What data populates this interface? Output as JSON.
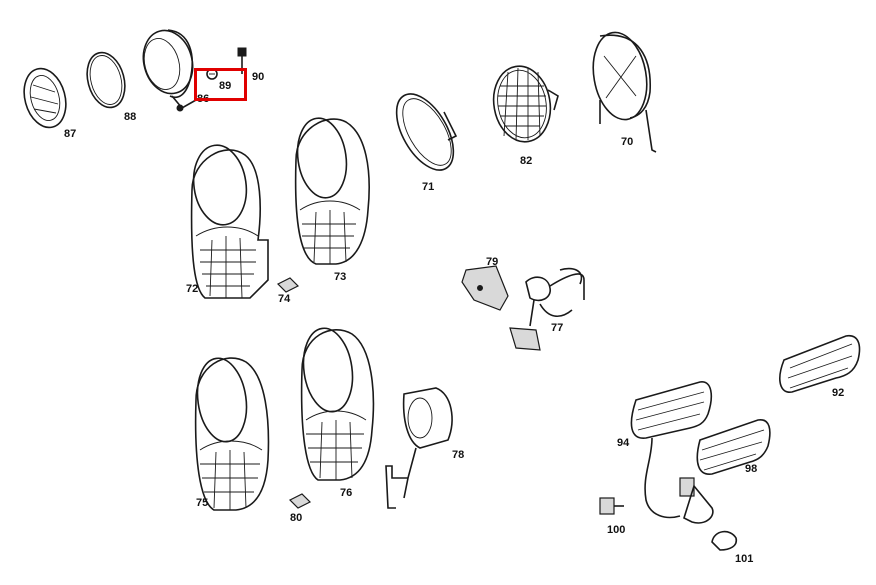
{
  "highlight": {
    "label": "89",
    "color": "#e00000"
  },
  "parts": [
    {
      "key": "p87",
      "label": "87"
    },
    {
      "key": "p88",
      "label": "88"
    },
    {
      "key": "p86",
      "label": "86"
    },
    {
      "key": "p89",
      "label": "89"
    },
    {
      "key": "p90",
      "label": "90"
    },
    {
      "key": "p71",
      "label": "71"
    },
    {
      "key": "p82",
      "label": "82"
    },
    {
      "key": "p70",
      "label": "70"
    },
    {
      "key": "p72",
      "label": "72"
    },
    {
      "key": "p74",
      "label": "74"
    },
    {
      "key": "p73",
      "label": "73"
    },
    {
      "key": "p79",
      "label": "79"
    },
    {
      "key": "p77",
      "label": "77"
    },
    {
      "key": "p75",
      "label": "75"
    },
    {
      "key": "p80",
      "label": "80"
    },
    {
      "key": "p76",
      "label": "76"
    },
    {
      "key": "p78",
      "label": "78"
    },
    {
      "key": "p92",
      "label": "92"
    },
    {
      "key": "p94",
      "label": "94"
    },
    {
      "key": "p98",
      "label": "98"
    },
    {
      "key": "p100",
      "label": "100"
    },
    {
      "key": "p101",
      "label": "101"
    }
  ]
}
